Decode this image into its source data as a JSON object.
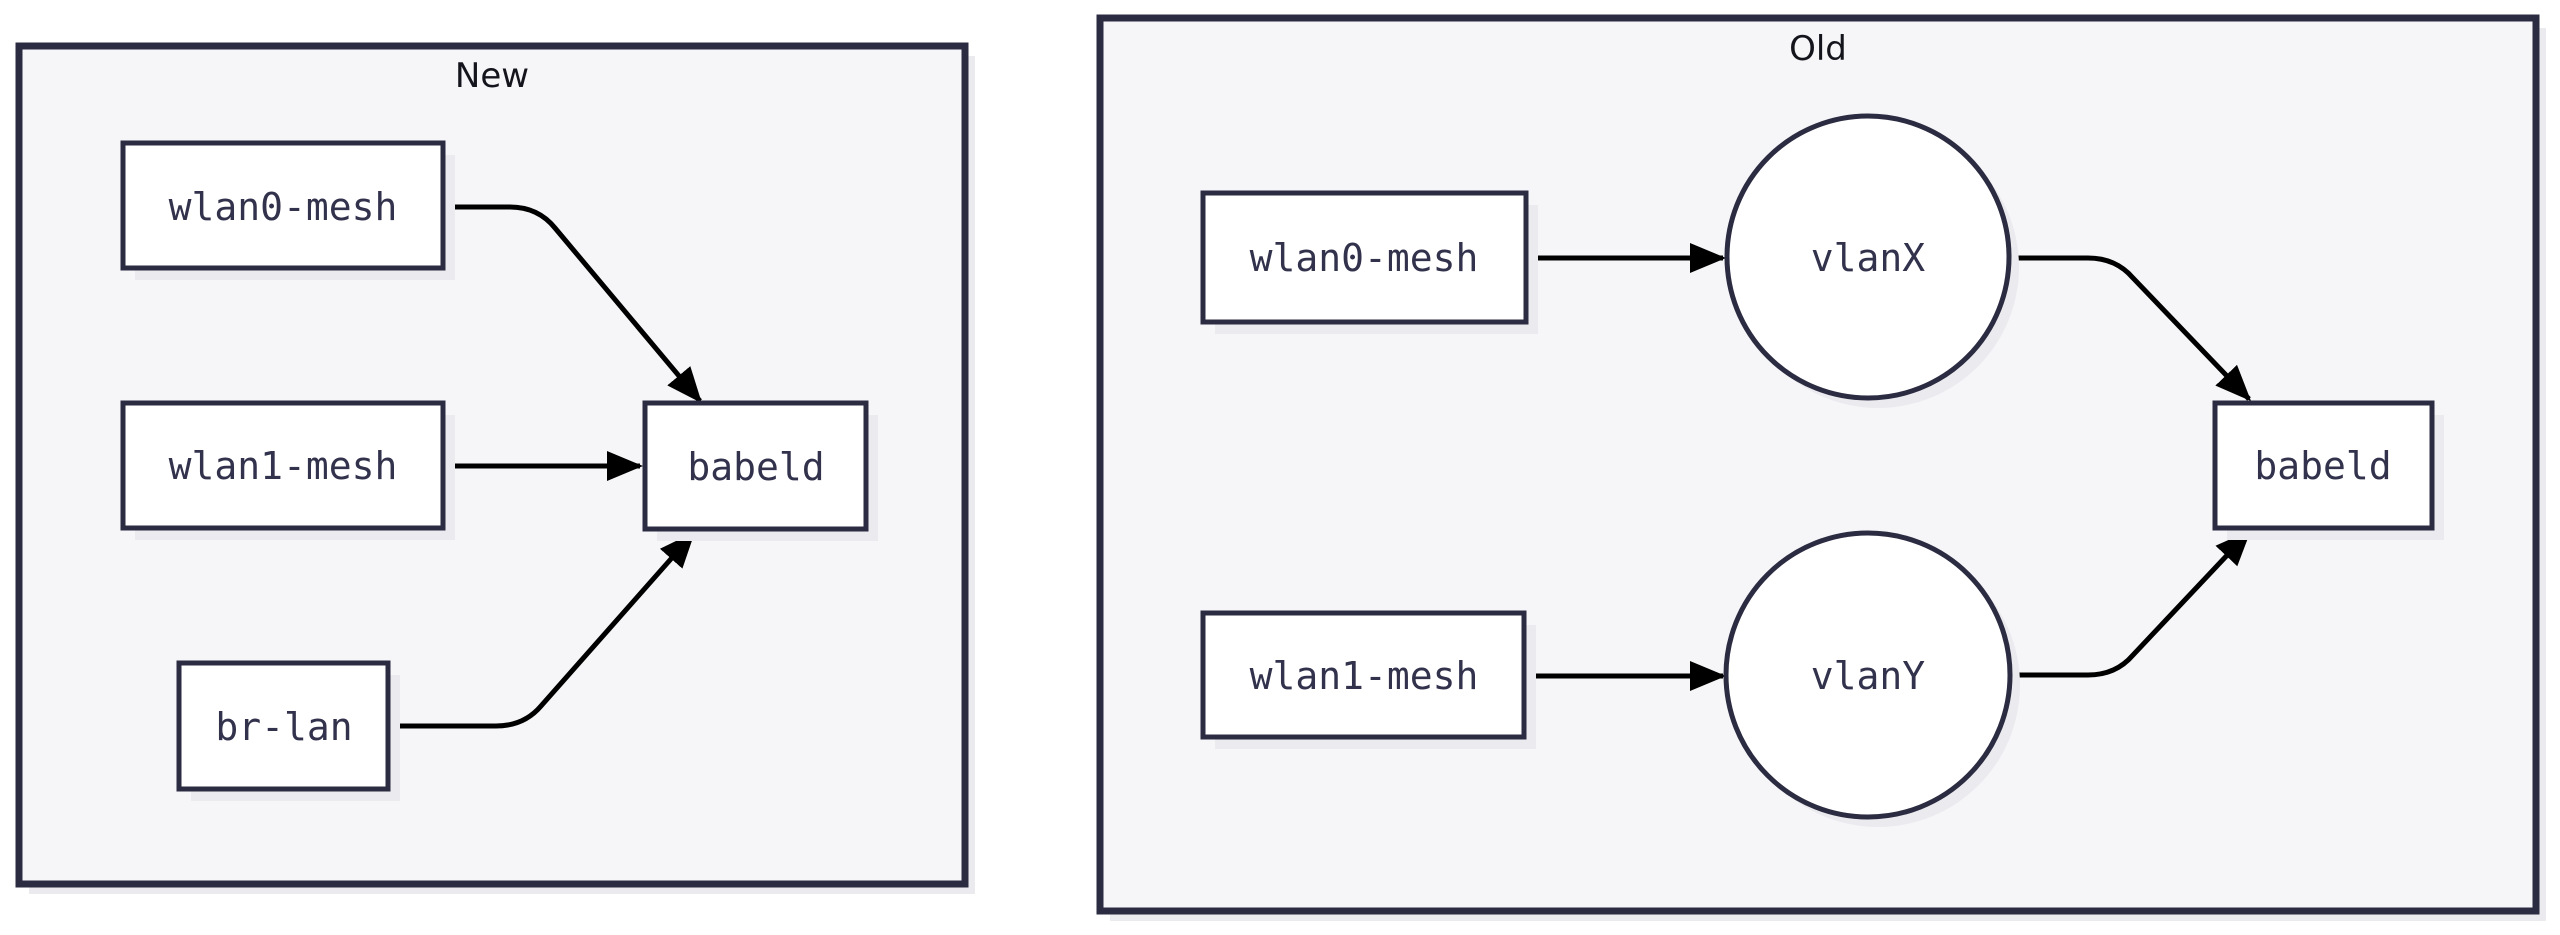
{
  "colors": {
    "page_background": "#ffffff",
    "container_fill": "#f6f6f9",
    "container_border": "#2b2b42",
    "node_fill": "#ffffff",
    "node_border": "#2b2b42",
    "node_text": "#32324d",
    "title_text": "#14141c",
    "edge": "#000000",
    "shadow": "#ebebef"
  },
  "panels": {
    "new": {
      "title": "New",
      "nodes": {
        "wlan0": {
          "label": "wlan0-mesh",
          "shape": "rectangle"
        },
        "wlan1": {
          "label": "wlan1-mesh",
          "shape": "rectangle"
        },
        "brlan": {
          "label": "br-lan",
          "shape": "rectangle"
        },
        "babeld": {
          "label": "babeld",
          "shape": "rectangle"
        }
      },
      "edges": [
        {
          "from": "wlan0-mesh",
          "to": "babeld"
        },
        {
          "from": "wlan1-mesh",
          "to": "babeld"
        },
        {
          "from": "br-lan",
          "to": "babeld"
        }
      ]
    },
    "old": {
      "title": "Old",
      "nodes": {
        "wlan0": {
          "label": "wlan0-mesh",
          "shape": "rectangle"
        },
        "wlan1": {
          "label": "wlan1-mesh",
          "shape": "rectangle"
        },
        "vlanx": {
          "label": "vlanX",
          "shape": "circle"
        },
        "vlany": {
          "label": "vlanY",
          "shape": "circle"
        },
        "babeld": {
          "label": "babeld",
          "shape": "rectangle"
        }
      },
      "edges": [
        {
          "from": "wlan0-mesh",
          "to": "vlanX"
        },
        {
          "from": "wlan1-mesh",
          "to": "vlanY"
        },
        {
          "from": "vlanX",
          "to": "babeld"
        },
        {
          "from": "vlanY",
          "to": "babeld"
        }
      ]
    }
  }
}
